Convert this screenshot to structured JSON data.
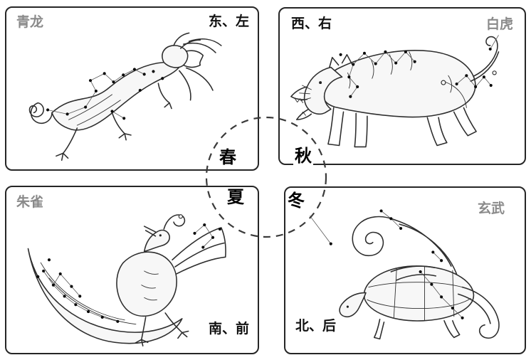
{
  "diagram": {
    "title": "four-symbols-constellation-diagram",
    "panels": {
      "dragon": {
        "name": "青龙",
        "direction": "东、左",
        "season": "春",
        "creature": "azure-dragon-illustration"
      },
      "tiger": {
        "name": "白虎",
        "direction": "西、右",
        "season": "秋",
        "creature": "white-tiger-illustration"
      },
      "bird": {
        "name": "朱雀",
        "direction": "南、前",
        "season": "夏",
        "creature": "vermilion-bird-illustration"
      },
      "tortoise": {
        "name": "玄武",
        "direction": "北、后",
        "season": "冬",
        "creature": "black-tortoise-illustration"
      }
    },
    "colors": {
      "panel_border": "#262626",
      "name_label": "#8a8a8a",
      "direction_label": "#111111",
      "drawing_stroke": "#2e2e2e",
      "circle_dash": "#3a3a3a"
    }
  }
}
